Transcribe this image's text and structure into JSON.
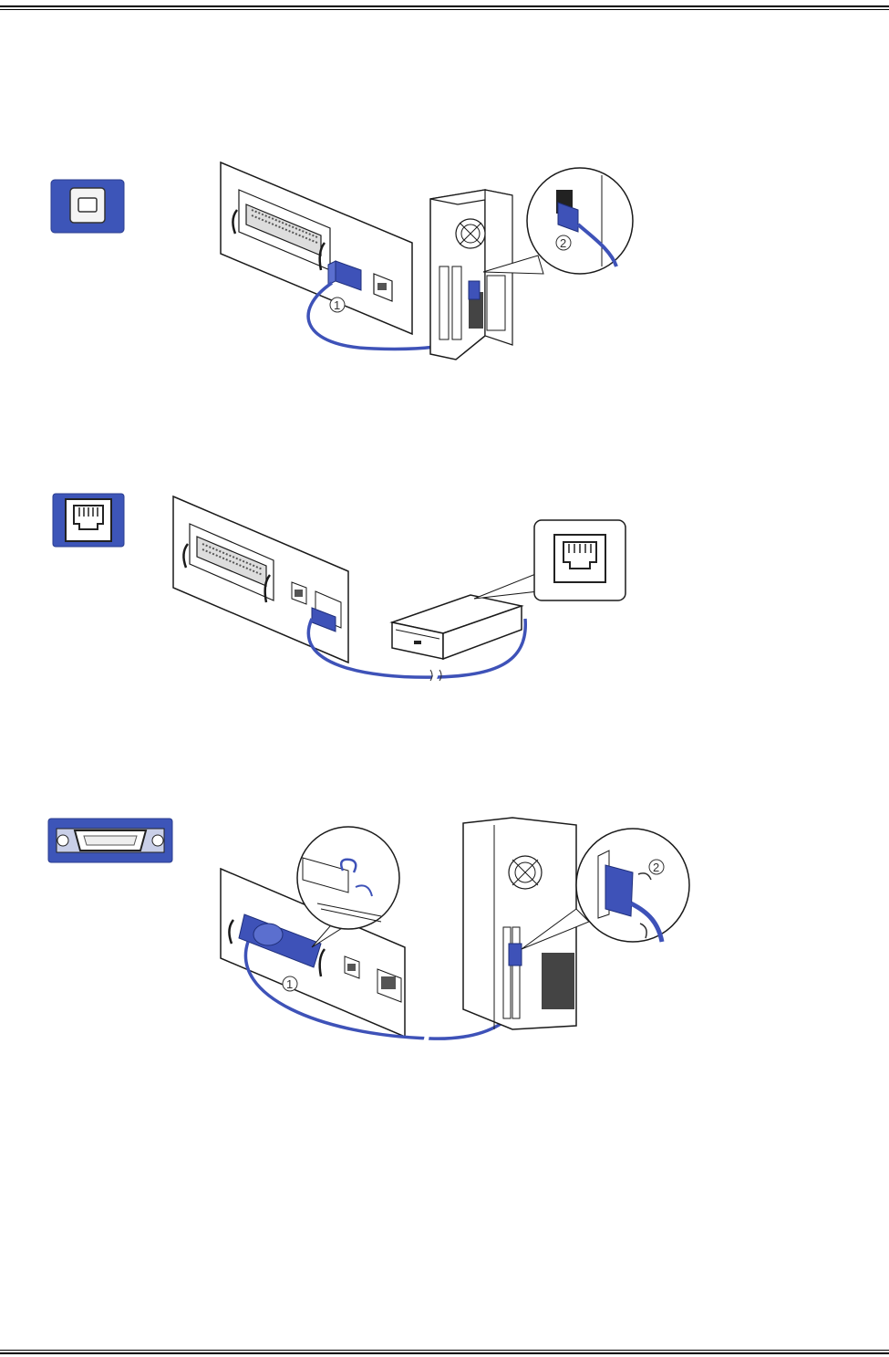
{
  "colors": {
    "cable_blue": "#3e52b8",
    "badge_blue": "#3d55b8",
    "line": "#1a1a1a",
    "background": "#ffffff"
  },
  "figures": [
    {
      "id": "usb",
      "port_icon": "usb-b-port-icon",
      "steps": [
        "1",
        "2"
      ]
    },
    {
      "id": "cash-drawer",
      "port_icon": "rj11-port-icon",
      "steps": []
    },
    {
      "id": "parallel",
      "port_icon": "parallel-port-icon",
      "steps": [
        "1",
        "2"
      ]
    }
  ]
}
